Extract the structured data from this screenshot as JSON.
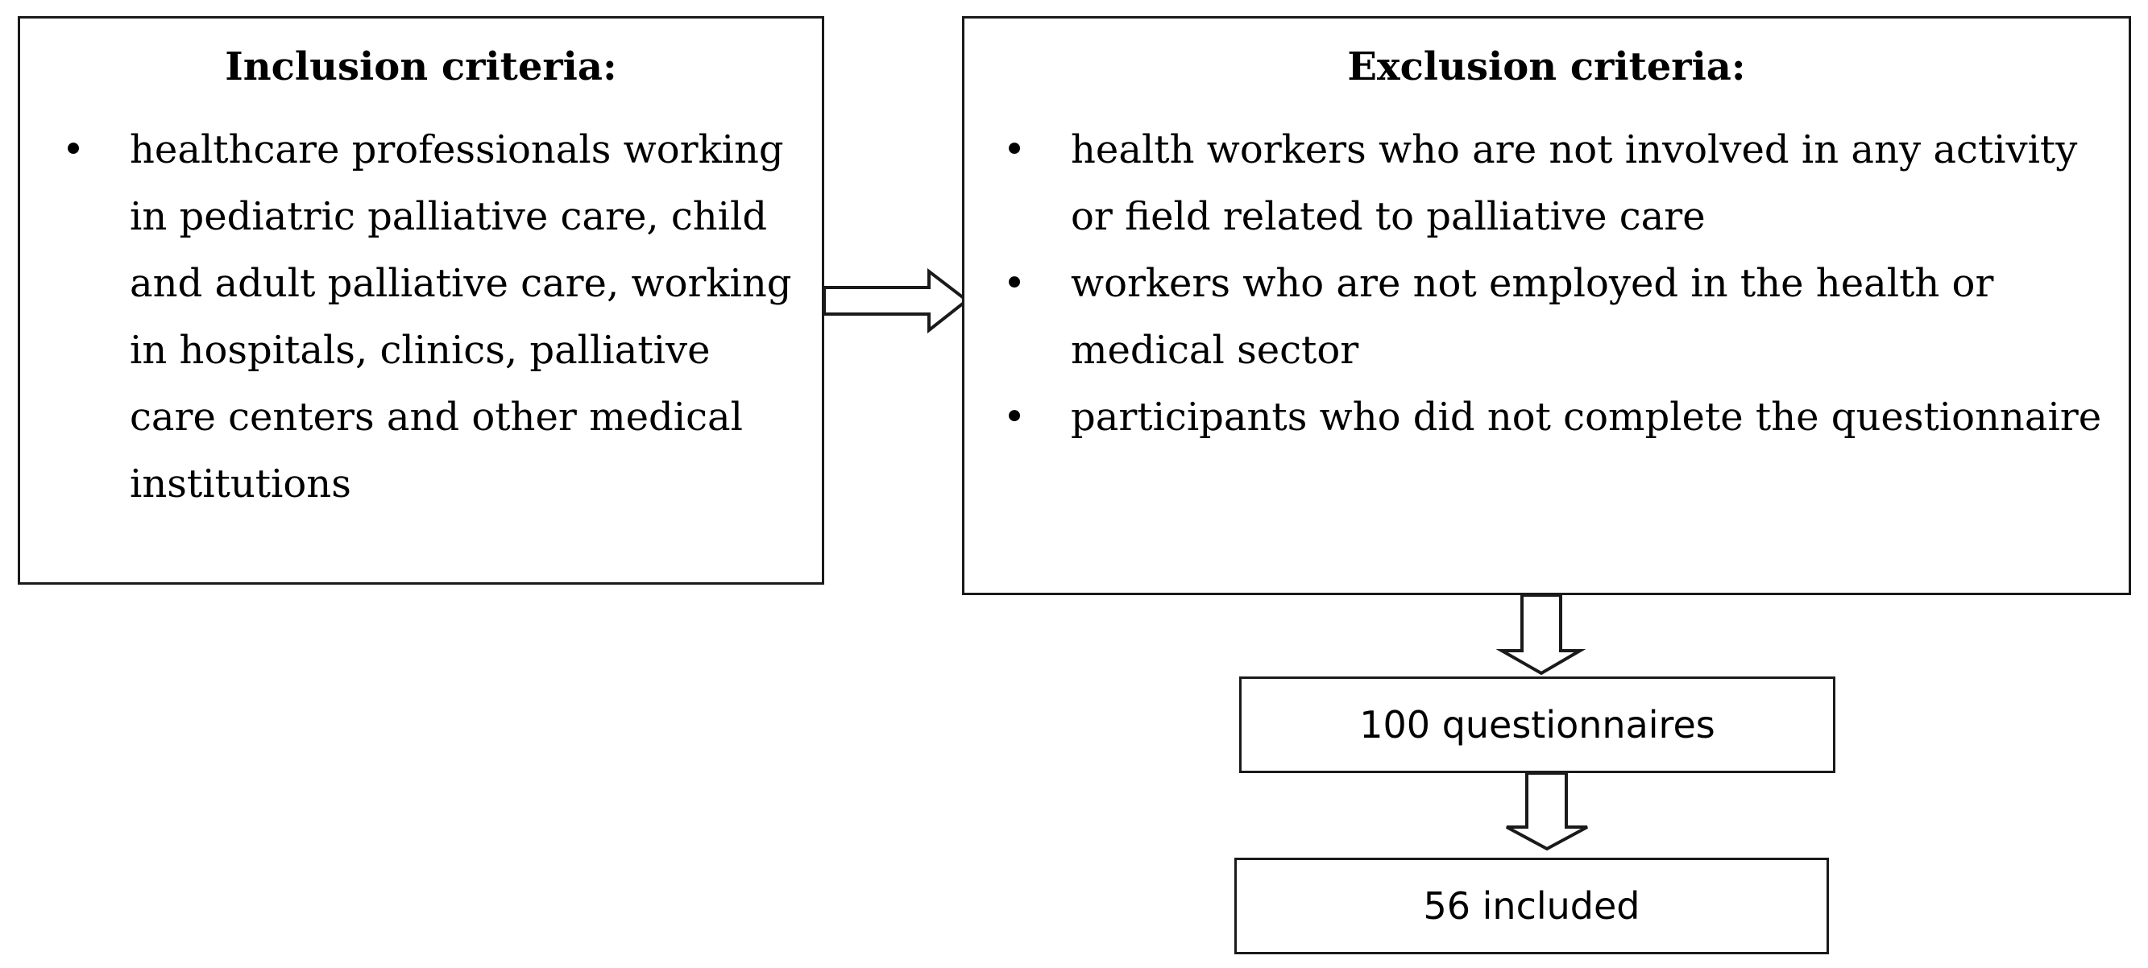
{
  "inclusion": {
    "title": "Inclusion criteria:",
    "items": [
      "healthcare professionals working in pediatric palliative care, child and adult palliative care, working in hospitals, clinics, palliative care centers and other medical institutions"
    ]
  },
  "exclusion": {
    "title": "Exclusion criteria:",
    "items": [
      "health workers who are not involved in any activity or field related to palliative care",
      "workers who are not employed in the health or medical sector",
      "participants who did not complete the questionnaire"
    ]
  },
  "bullet_glyph": "•",
  "questionnaires_label": "100 questionnaires",
  "included_label": "56 included"
}
